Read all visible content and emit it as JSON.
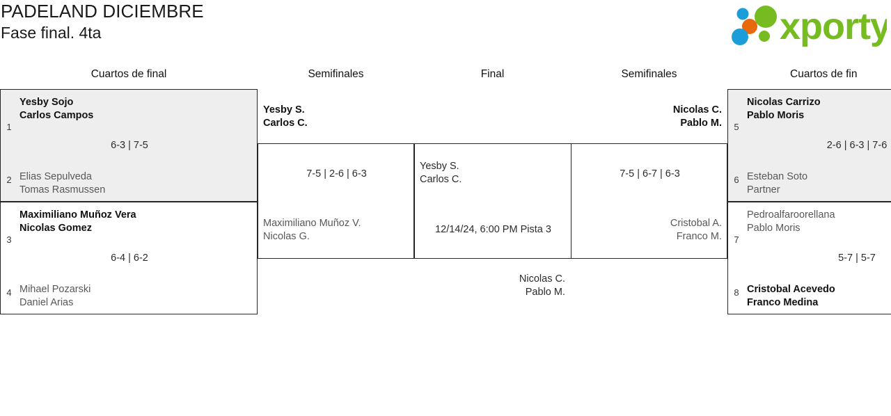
{
  "header": {
    "tournament_name": "PADELAND DICIEMBRE",
    "phase": "Fase final. 4ta",
    "logo_text": "xporty",
    "logo_colors": {
      "green": "#76bc21",
      "orange": "#e8690b",
      "blue": "#1b9dd9"
    }
  },
  "rounds": {
    "left_qf": "Cuartos de final",
    "left_sf": "Semifinales",
    "final": "Final",
    "right_sf": "Semifinales",
    "right_qf": "Cuartos de fin"
  },
  "left_quarterfinals": [
    {
      "shaded": true,
      "top": {
        "seed": "1",
        "player1": "Yesby Sojo",
        "player2": "Carlos Campos",
        "status": "win"
      },
      "bottom": {
        "seed": "2",
        "player1": "Elias Sepulveda",
        "player2": "Tomas Rasmussen",
        "status": "lose"
      },
      "score": "6-3 | 7-5"
    },
    {
      "shaded": false,
      "top": {
        "seed": "3",
        "player1": "Maximiliano Muñoz Vera",
        "player2": "Nicolas Gomez",
        "status": "win"
      },
      "bottom": {
        "seed": "4",
        "player1": "Mihael Pozarski",
        "player2": "Daniel Arias",
        "status": "lose"
      },
      "score": "6-4 | 6-2"
    }
  ],
  "left_semifinal": {
    "top": {
      "player1": "Yesby S.",
      "player2": "Carlos C.",
      "status": "win"
    },
    "bottom": {
      "player1": "Maximiliano Muñoz V.",
      "player2": "Nicolas G.",
      "status": "lose"
    },
    "score": "7-5 | 2-6 | 6-3"
  },
  "final_match": {
    "top": {
      "player1": "Yesby S.",
      "player2": "Carlos C.",
      "status": "pending"
    },
    "bottom": {
      "player1": "Nicolas C.",
      "player2": "Pablo M.",
      "status": "pending"
    },
    "info": "12/14/24, 6:00 PM Pista 3"
  },
  "right_semifinal": {
    "top": {
      "player1": "Nicolas C.",
      "player2": "Pablo M.",
      "status": "win"
    },
    "bottom": {
      "player1": "Cristobal A.",
      "player2": "Franco M.",
      "status": "lose"
    },
    "score": "7-5 | 6-7 | 6-3"
  },
  "right_quarterfinals": [
    {
      "shaded": true,
      "top": {
        "seed": "5",
        "player1": "Nicolas Carrizo",
        "player2": "Pablo Moris",
        "status": "win"
      },
      "bottom": {
        "seed": "6",
        "player1": "Esteban Soto",
        "player2": "Partner",
        "status": "lose"
      },
      "score": "2-6 | 6-3 | 7-6"
    },
    {
      "shaded": false,
      "top": {
        "seed": "7",
        "player1": "Pedroalfaroorellana",
        "player2": "Pablo Moris",
        "status": "lose"
      },
      "bottom": {
        "seed": "8",
        "player1": "Cristobal Acevedo",
        "player2": "Franco Medina",
        "status": "win"
      },
      "score": "5-7 | 5-7"
    }
  ]
}
